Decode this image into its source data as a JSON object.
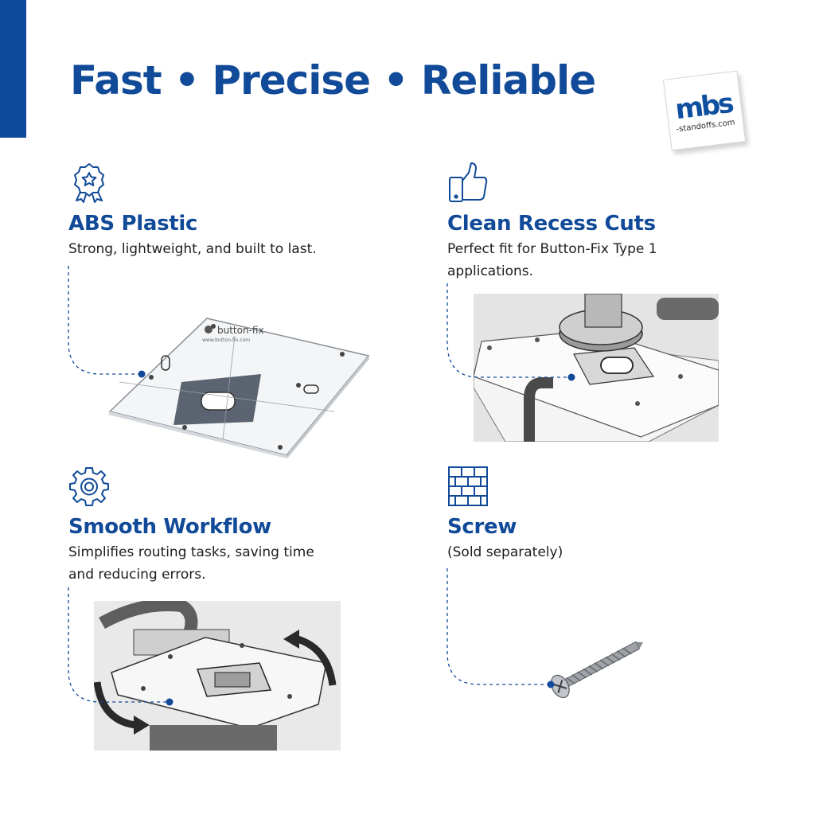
{
  "headline": "Fast • Precise • Reliable",
  "brand": {
    "mark": "mbs",
    "site": "-standoffs.com",
    "color": "#0f4f9f"
  },
  "accent_color": "#104a98",
  "features": [
    {
      "icon": "award-star-icon",
      "title": "ABS Plastic",
      "lines": [
        "Strong, lightweight, and built to last."
      ]
    },
    {
      "icon": "thumbs-up-icon",
      "title": "Clean Recess Cuts",
      "lines": [
        "Perfect fit for Button-Fix Type 1",
        "applications."
      ]
    },
    {
      "icon": "gear-icon",
      "title": "Smooth Workflow",
      "lines": [
        "Simplifies routing tasks, saving time",
        "and reducing errors."
      ]
    },
    {
      "icon": "brick-wall-icon",
      "title": "Screw",
      "lines": [
        "(Sold separately)"
      ]
    }
  ],
  "plate_print": {
    "brand": "button-fix",
    "url": "www.button-fix.com"
  }
}
